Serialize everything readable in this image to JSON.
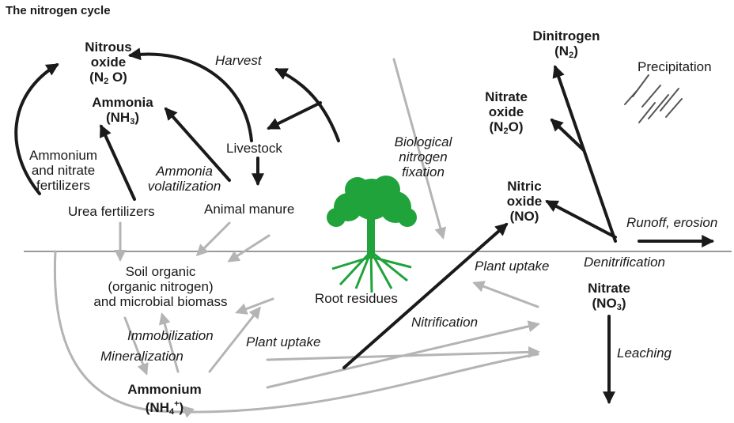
{
  "title": "The nitrogen cycle",
  "labels": {
    "nitrous_oxide": [
      "Nitrous",
      "oxide",
      "(N",
      "2",
      " O)"
    ],
    "ammonia": [
      "Ammonia",
      "(NH",
      "3",
      ")"
    ],
    "harvest": "Harvest",
    "livestock": "Livestock",
    "ammonium_nitrate_fert": [
      "Ammonium",
      "and nitrate",
      "fertilizers"
    ],
    "ammonia_volatilization": [
      "Ammonia",
      "volatilization"
    ],
    "urea_fert": "Urea fertilizers",
    "animal_manure": "Animal manure",
    "bio_fixation": [
      "Biological",
      "nitrogen",
      "fixation"
    ],
    "dinitrogen": [
      "Dinitrogen",
      "(N",
      "2",
      ")"
    ],
    "precipitation": "Precipitation",
    "nitrate_oxide": [
      "Nitrate",
      "oxide",
      "(N",
      "2",
      "O)"
    ],
    "nitric_oxide": [
      "Nitric",
      "oxide",
      "(NO)"
    ],
    "runoff": "Runoff, erosion",
    "denitrification": "Denitrification",
    "plant_uptake_right": "Plant uptake",
    "nitrate": [
      "Nitrate",
      "(NO",
      "3",
      ")"
    ],
    "soil_organic": [
      "Soil organic",
      "(organic nitrogen)",
      "and microbial biomass"
    ],
    "root_residues": "Root residues",
    "immobilization": "Immobilization",
    "nitrification": "Nitrification",
    "mineralization": "Mineralization",
    "plant_uptake_left": "Plant uptake",
    "leaching": "Leaching",
    "ammonium": [
      "Ammonium",
      "(NH",
      "4",
      "+",
      ")"
    ]
  },
  "colors": {
    "dark_arrow": "#1a1a1a",
    "gray_arrow": "#b4b4b4",
    "ground_line": "#999999",
    "tree_green": "#1fa33a"
  }
}
